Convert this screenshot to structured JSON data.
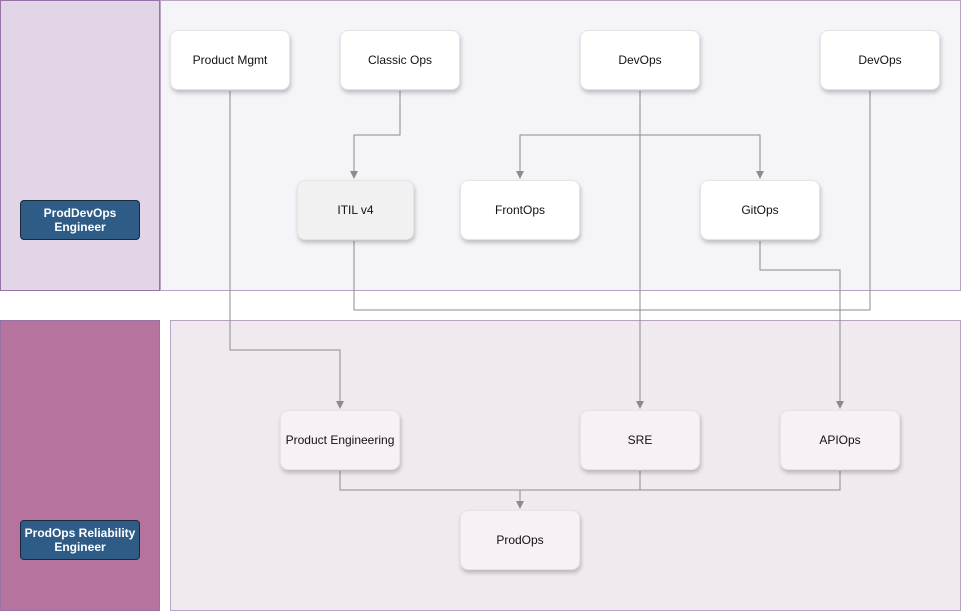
{
  "lanes": {
    "top": {
      "role": "ProdDevOps Engineer"
    },
    "bottom": {
      "role": "ProdOps Reliability Engineer"
    }
  },
  "nodes": {
    "product_mgmt": "Product Mgmt",
    "classic_ops": "Classic Ops",
    "devops_1": "DevOps",
    "devops_2": "DevOps",
    "itil": "ITIL v4",
    "frontops": "FrontOps",
    "gitops": "GitOps",
    "product_engineering": "Product Engineering",
    "sre": "SRE",
    "apiops": "APIOps",
    "prodops": "ProdOps"
  },
  "colors": {
    "role_fill": "#2f5b87",
    "top_lane_label": "#e1d5e7",
    "top_lane_body": "#f5f4f9",
    "bottom_lane_label": "#b5739d",
    "bottom_lane_body": "#f0eaf0",
    "edge": "#8c8c8c"
  }
}
